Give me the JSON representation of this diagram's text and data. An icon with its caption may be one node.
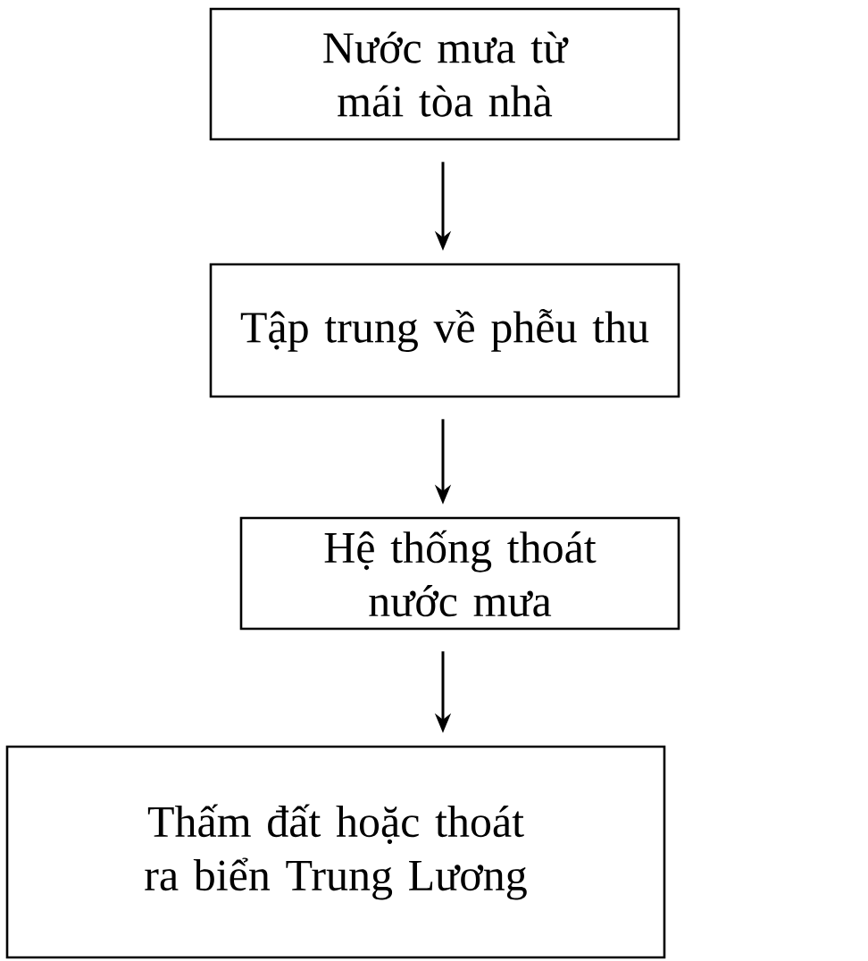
{
  "diagram": {
    "nodes": [
      {
        "text": [
          "Nước mưa từ mái tòa nhà"
        ]
      },
      {
        "text": [
          "Tập trung về phễu thu"
        ]
      },
      {
        "text": [
          "Hệ thống thoát nước mưa"
        ]
      },
      {
        "text": [
          "Thấm đất hoặc thoát ra biển Trung Lương"
        ]
      }
    ],
    "edges": [
      {
        "from": 0,
        "to": 1,
        "arrow": "to"
      },
      {
        "from": 1,
        "to": 2,
        "arrow": "to"
      },
      {
        "from": 2,
        "to": 3,
        "arrow": "to"
      }
    ]
  }
}
